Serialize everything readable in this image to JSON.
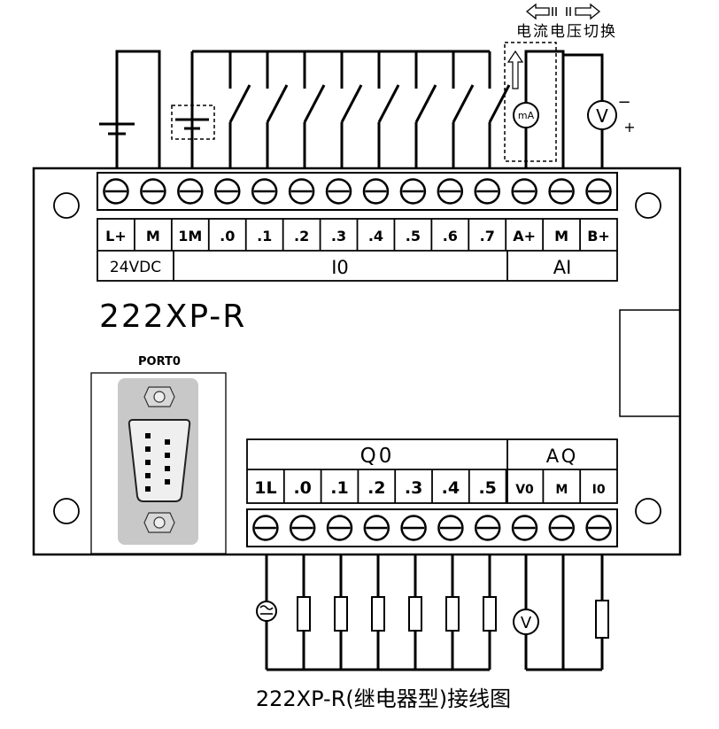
{
  "switch_caption": "电流电压切换",
  "meter_ma": "mA",
  "meter_v": "V",
  "sign_minus": "−",
  "sign_plus": "+",
  "top_terminals": [
    "L+",
    "M",
    "1M",
    ".0",
    ".1",
    ".2",
    ".3",
    ".4",
    ".5",
    ".6",
    ".7",
    "A+",
    "M",
    "B+"
  ],
  "top_groups": {
    "power": "24VDC",
    "inputs": "I0",
    "analog_in": "AI"
  },
  "model": "222XP-R",
  "port": "PORT0",
  "bottom_groups": {
    "outputs": "Q0",
    "analog_out": "AQ"
  },
  "bottom_terminals": [
    "1L",
    ".0",
    ".1",
    ".2",
    ".3",
    ".4",
    ".5",
    "V0",
    "M",
    "I0"
  ],
  "caption": "222XP-R(继电器型)接线图"
}
